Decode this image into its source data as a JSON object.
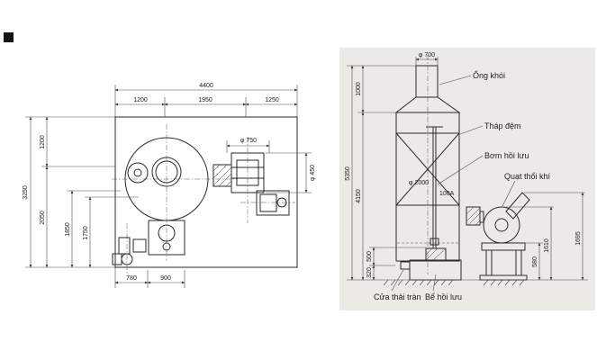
{
  "figure": {
    "left_view": {
      "dims": {
        "overall_width": "4400",
        "seg_a": "1200",
        "seg_b": "1950",
        "seg_c": "1250",
        "side_total": "3250",
        "side_a": "1200",
        "side_b": "2050",
        "inner_a": "1850",
        "inner_b": "1750",
        "base_a": "780",
        "base_b": "900",
        "dia_flange": "φ 750",
        "dia_outlet": "φ 450"
      }
    },
    "right_view": {
      "labels": {
        "chimney": "Ống khói",
        "packed_tower": "Tháp đệm",
        "reflux_pump": "Bơm hồi lưu",
        "air_fan": "Quạt thổi khí",
        "overflow": "Cửa thải tràn",
        "reflux_tank": "Bể hồi lưu"
      },
      "dims": {
        "chimney_dia": "φ 700",
        "chimney_h": "1000",
        "total_h": "5350",
        "tower_h": "4150",
        "tower_dia": "φ 2000",
        "pipe_size": "100A",
        "tank_a": "500",
        "tank_b": "320",
        "fan_h": "1610",
        "duct_h": "1695",
        "base_h": "580"
      }
    }
  }
}
